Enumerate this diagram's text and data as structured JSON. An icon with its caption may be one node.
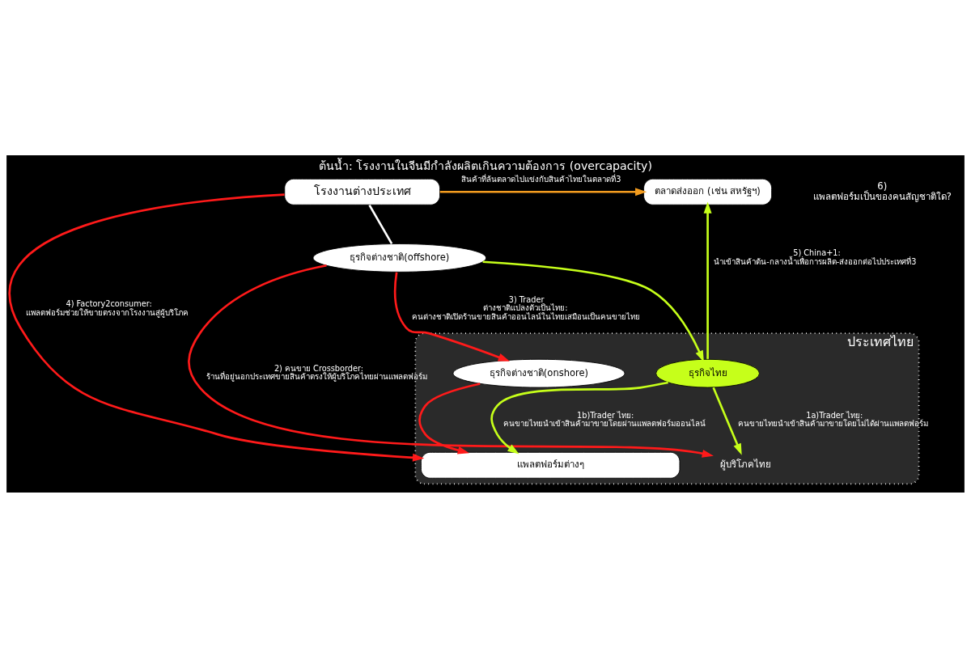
{
  "diagram": {
    "title": "ต้นน้ำ: โรงงานในจีนมีกำลังผลิตเกินความต้องการ (overcapacity)",
    "nodes": [
      {
        "text": [
          "โรงงานต่างประเทศ"
        ]
      },
      {
        "text": [
          "ตลาดส่งออก (เช่น สหรัฐฯ)"
        ]
      },
      {
        "text": [
          "ธุรกิจต่างชาติ(offshore)"
        ]
      },
      {
        "text": [
          "ประเทศไทย"
        ]
      },
      {
        "text": [
          "ธุรกิจต่างชาติ(onshore)"
        ],
        "in": 3
      },
      {
        "text": [
          "ธุรกิจไทย"
        ],
        "in": 3
      },
      {
        "text": [
          "แพลตฟอร์มต่างๆ"
        ],
        "in": 3
      },
      {
        "text": [
          "ผู้บริโภคไทย"
        ],
        "in": 3
      }
    ],
    "edges": [
      {
        "from": 0,
        "to": 1,
        "arrow": "to",
        "color": "#f39c1f",
        "label": "สินค้าที่ล้นตลาดไปแข่งกับสินค้าไทยในตลาดที่3"
      },
      {
        "from": 0,
        "to": 2,
        "arrow": "none",
        "color": "#ffffff"
      },
      {
        "from": 0,
        "to": 6,
        "arrow": "to",
        "color": "#ff1a1a",
        "label": "4) Factory2consumer: แพลตฟอร์มช่วยให้ขายตรงจากโรงงานสู่ผู้บริโภค"
      },
      {
        "from": 2,
        "to": 7,
        "arrow": "to",
        "color": "#ff1a1a",
        "label": "2) คนขาย Crossborder: ร้านที่อยู่นอกประเทศขายสินค้าตรงให้ผู้บริโภคไทยผ่านแพลตฟอร์ม"
      },
      {
        "from": 2,
        "to": 4,
        "arrow": "to",
        "color": "#ff1a1a",
        "label": "3) Trader ต่างชาติแปลงตัวเป็นไทย: คนต่างชาติเปิดร้านขายสินค้าออนไลน์ในไทยเสมือนเป็นคนขายไทย"
      },
      {
        "from": 2,
        "to": 5,
        "arrow": "to",
        "color": "#c6ff1a"
      },
      {
        "from": 5,
        "to": 1,
        "arrow": "to",
        "color": "#c6ff1a",
        "label": "5) China+1: นำเข้าสินค้าต้น-กลางน้ำเพื่อการผลิต-ส่งออกต่อไปประเทศที่3"
      },
      {
        "from": 4,
        "to": 6,
        "arrow": "to",
        "color": "#ff1a1a"
      },
      {
        "from": 5,
        "to": 6,
        "arrow": "to",
        "color": "#c6ff1a",
        "label": "1b)Trader ไทย: คนขายไทยนำเข้าสินค้ามาขายโดยผ่านแพลตฟอร์มออนไลน์"
      },
      {
        "from": 5,
        "to": 7,
        "arrow": "to",
        "color": "#c6ff1a",
        "label": "1a)Trader ไทย: คนขายไทยนำเข้าสินค้ามาขายโดยไม่ได้ผ่านแพลตฟอร์ม"
      }
    ],
    "labels": [
      "6) แพลตฟอร์มเป็นของคนสัญชาติใด?"
    ]
  }
}
